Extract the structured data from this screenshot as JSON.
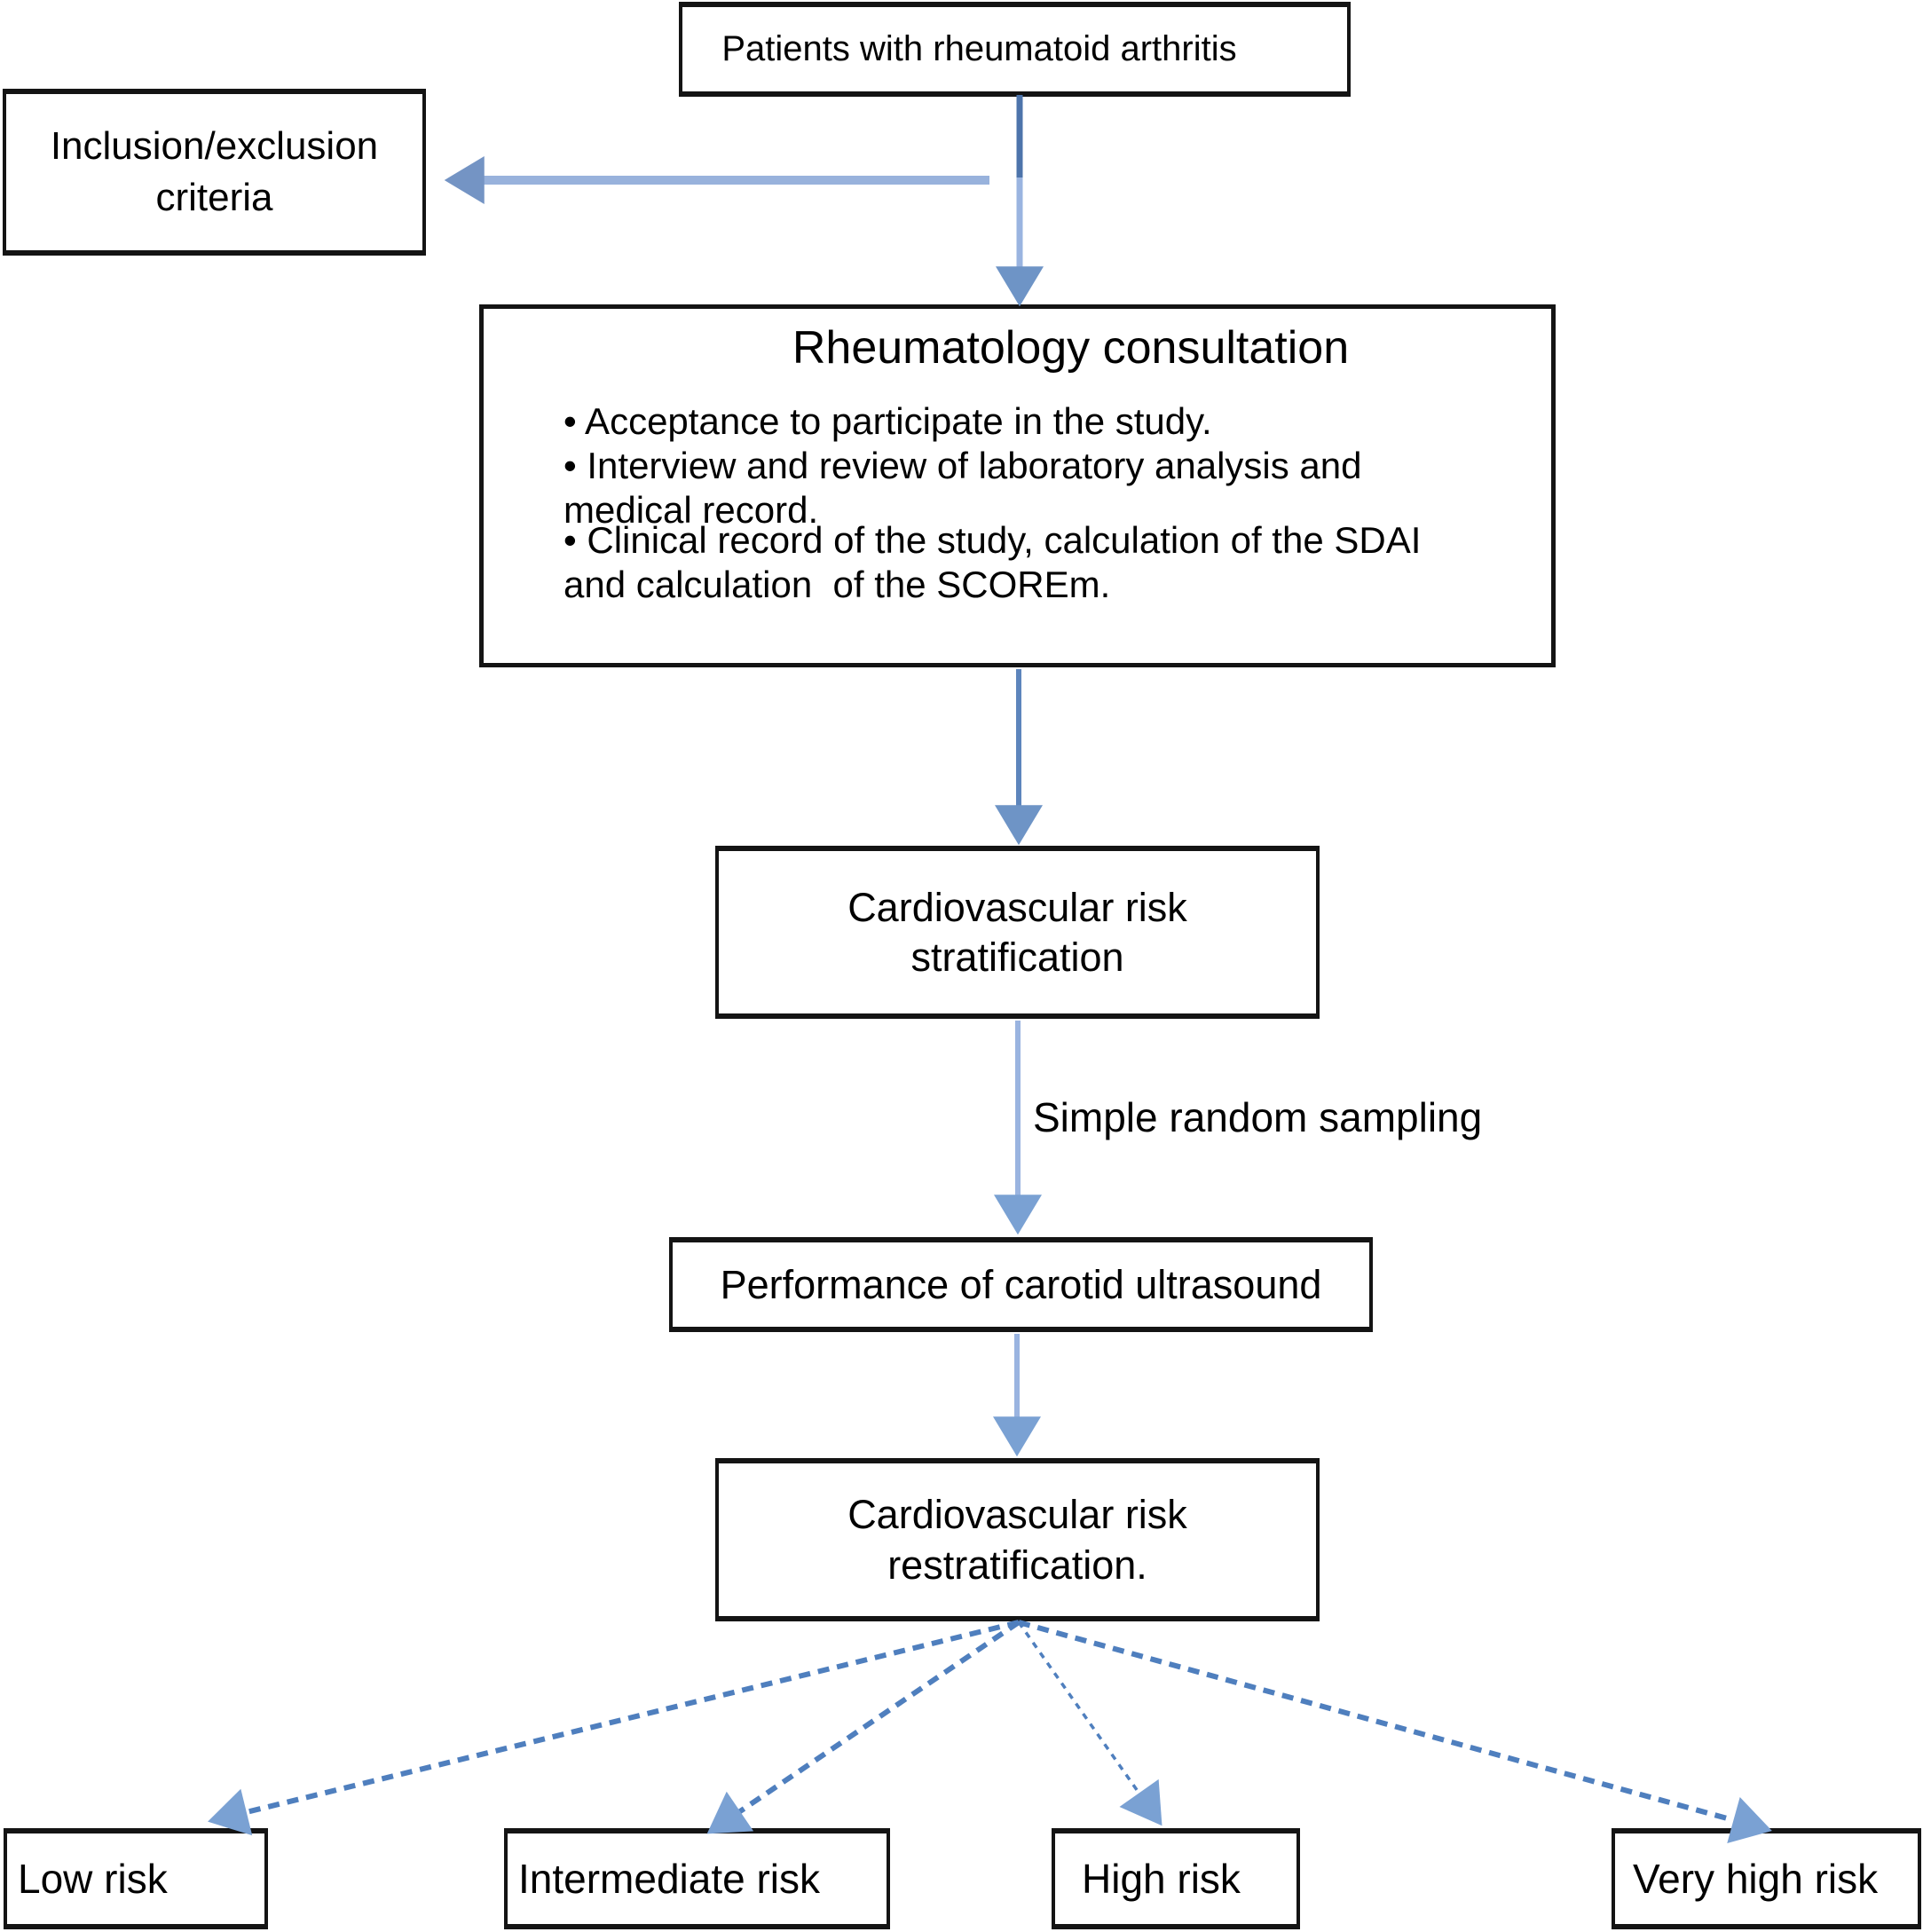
{
  "flow": {
    "background": "#ffffff",
    "box_border_color": "#141414",
    "arrow_colors": {
      "light_line": "#9ab4e0",
      "medium_line": "#5d85bc",
      "dark_line": "#4d74ab",
      "horizontal_line": "#98b2dc",
      "head_dark": "#7494c4",
      "head_medium": "#6e94c6",
      "head_light": "#7aa1d3",
      "dashed_line": "#4f7fbe"
    },
    "nodes": {
      "patients": {
        "label": "Patients with rheumatoid arthritis"
      },
      "criteria": {
        "lines": [
          "Inclusion/exclusion",
          "criteria"
        ]
      },
      "consultation": {
        "title": "Rheumatology consultation",
        "bullet_lines": [
          "• Acceptance to participate in the study.",
          "• Interview and review of laboratory analysis and",
          "medical record.",
          "• Clinical record of the study, calculation of the SDAI",
          "and calculation  of the SCOREm."
        ]
      },
      "stratification": {
        "lines": [
          "Cardiovascular risk",
          "stratification"
        ]
      },
      "ultrasound": {
        "label": "Performance of carotid ultrasound"
      },
      "restratification": {
        "lines": [
          "Cardiovascular risk",
          "restratification."
        ]
      },
      "outcomes": [
        {
          "label": "Low risk"
        },
        {
          "label": "Intermediate risk"
        },
        {
          "label": "High risk"
        },
        {
          "label": "Very high risk"
        }
      ]
    },
    "edge_labels": {
      "sampling": "Simple random sampling"
    }
  }
}
